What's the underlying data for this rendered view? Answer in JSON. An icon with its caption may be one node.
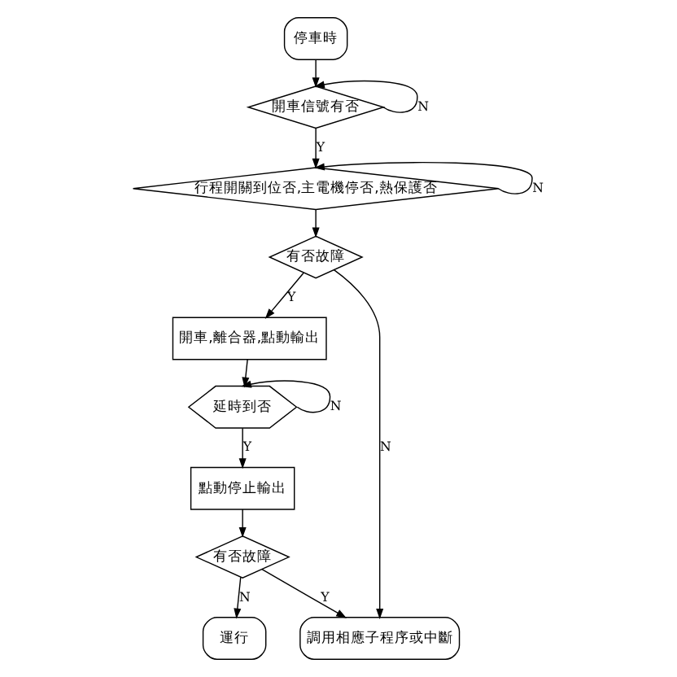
{
  "diagram": {
    "nodes": [
      {
        "text": [
          "停車時"
        ]
      },
      {
        "text": [
          "開車信號有否"
        ]
      },
      {
        "text": [
          "行程開關到位否,主電機停否,熱保護否"
        ]
      },
      {
        "text": [
          "有否故障"
        ]
      },
      {
        "text": [
          "開車,離合器,點動輸出"
        ]
      },
      {
        "text": [
          "延時到否"
        ]
      },
      {
        "text": [
          "點動停止輸出"
        ]
      },
      {
        "text": [
          "有否故障"
        ]
      },
      {
        "text": [
          "運行"
        ]
      },
      {
        "text": [
          "調用相應子程序或中斷"
        ]
      }
    ],
    "edges": [
      {
        "from": 0,
        "to": 1,
        "arrow": "to"
      },
      {
        "from": 1,
        "to": 1,
        "arrow": "to",
        "label": "N"
      },
      {
        "from": 1,
        "to": 2,
        "arrow": "to",
        "label": "Y"
      },
      {
        "from": 2,
        "to": 2,
        "arrow": "to",
        "label": "N"
      },
      {
        "from": 2,
        "to": 3,
        "arrow": "to"
      },
      {
        "from": 3,
        "to": 4,
        "arrow": "to",
        "label": "Y"
      },
      {
        "from": 3,
        "to": 9,
        "arrow": "to",
        "label": "N"
      },
      {
        "from": 4,
        "to": 5,
        "arrow": "to"
      },
      {
        "from": 5,
        "to": 5,
        "arrow": "to",
        "label": "N"
      },
      {
        "from": 5,
        "to": 6,
        "arrow": "to",
        "label": "Y"
      },
      {
        "from": 6,
        "to": 7,
        "arrow": "to"
      },
      {
        "from": 7,
        "to": 8,
        "arrow": "to",
        "label": "N"
      },
      {
        "from": 7,
        "to": 9,
        "arrow": "to",
        "label": "Y"
      }
    ]
  }
}
